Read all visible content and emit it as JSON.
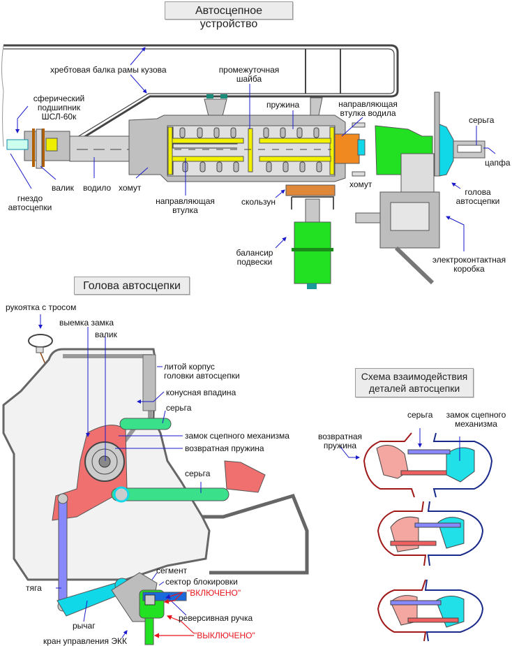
{
  "titles": {
    "main": "Автосцепное устройство",
    "head": "Голова автосцепки",
    "scheme_line1": "Схема взаимодействия",
    "scheme_line2": "деталей автосцепки"
  },
  "top_labels": {
    "spine_beam": "хребтовая балка рамы кузова",
    "spherical_bearing": [
      "сферический",
      "подшипник",
      "ШСЛ-60к"
    ],
    "intermediate_washer": [
      "промежуточная",
      "шайба"
    ],
    "spring": "пружина",
    "guide_bushing_carrier": [
      "направляющая",
      "втулка водила"
    ],
    "shackle": "серьга",
    "trunnion": "цапфа",
    "socket": [
      "гнездо",
      "автосцепки"
    ],
    "pin": "валик",
    "carrier": "водило",
    "clamp": "хомут",
    "guide_bushing": [
      "направляющая",
      "втулка"
    ],
    "slider": "скользун",
    "clamp_right": "хомут",
    "coupler_head": [
      "голова",
      "автосцепки"
    ],
    "suspension_balancer": [
      "балансир",
      "подвески"
    ],
    "electrocontact_box": [
      "электроконтактная",
      "коробка"
    ]
  },
  "head_labels": {
    "handle_with_cable": "рукоятка с тросом",
    "lock_notch": "выемка замка",
    "pin": "валик",
    "cast_body": [
      "литой корпус",
      "головки автосцепки"
    ],
    "cone_cavity": "конусная впадина",
    "shackle_top": "серьга",
    "coupling_lock": "замок сцепного механизма",
    "return_spring": "возвратная пружина",
    "shackle_mid": "серьга",
    "segment": "сегмент",
    "lock_sector": "сектор блокировки",
    "rod": "тяга",
    "on_state": "\"ВКЛЮЧЕНО\"",
    "reverse_handle": "реверсивная ручка",
    "lever": "рычаг",
    "off_state": "\"ВЫКЛЮЧЕНО\"",
    "ekk_valve": "кран управления ЭКК"
  },
  "scheme_labels": {
    "shackle": "серьга",
    "coupling_lock": [
      "замок сцепного",
      "механизма"
    ],
    "return_spring": [
      "возвратная",
      "пружина"
    ]
  },
  "colors": {
    "body_gray": "#c0c0c0",
    "outline": "#555555",
    "spring_yellow": "#f2f200",
    "green": "#22e022",
    "cyan": "#10d8e8",
    "orange": "#f08a20",
    "salmon": "#f07070",
    "light_green": "#3ae08a",
    "violet": "#8888ff",
    "leader_blue": "#1a1acc",
    "red_text": "#e8141c"
  }
}
